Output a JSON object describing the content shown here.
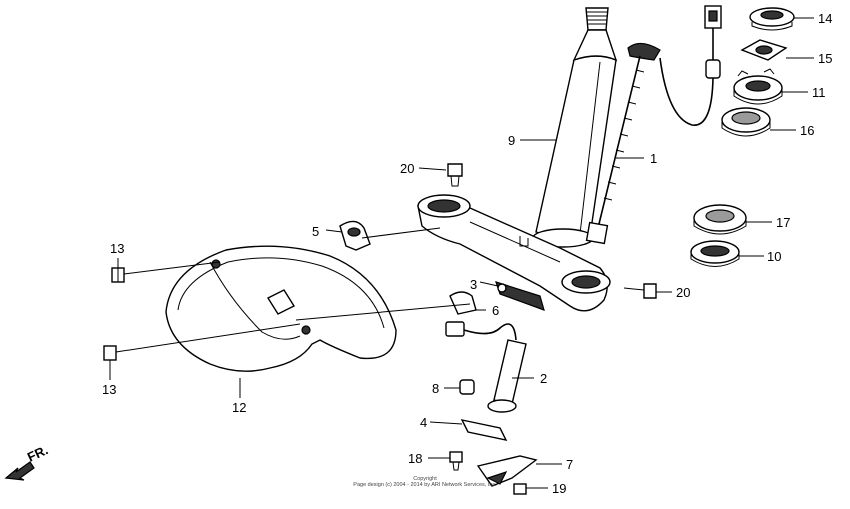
{
  "callouts": {
    "c1": "1",
    "c2": "2",
    "c3": "3",
    "c4": "4",
    "c5": "5",
    "c6": "6",
    "c7": "7",
    "c8": "8",
    "c9": "9",
    "c10": "10",
    "c11": "11",
    "c12": "12",
    "c13a": "13",
    "c13b": "13",
    "c14": "14",
    "c15": "15",
    "c16": "16",
    "c17": "17",
    "c18": "18",
    "c19": "19",
    "c20a": "20",
    "c20b": "20"
  },
  "direction_label": "FR.",
  "copyright": {
    "line1": "Copyright",
    "line2": "Page design (c) 2004 - 2014 by ARI Network Services, Inc."
  }
}
